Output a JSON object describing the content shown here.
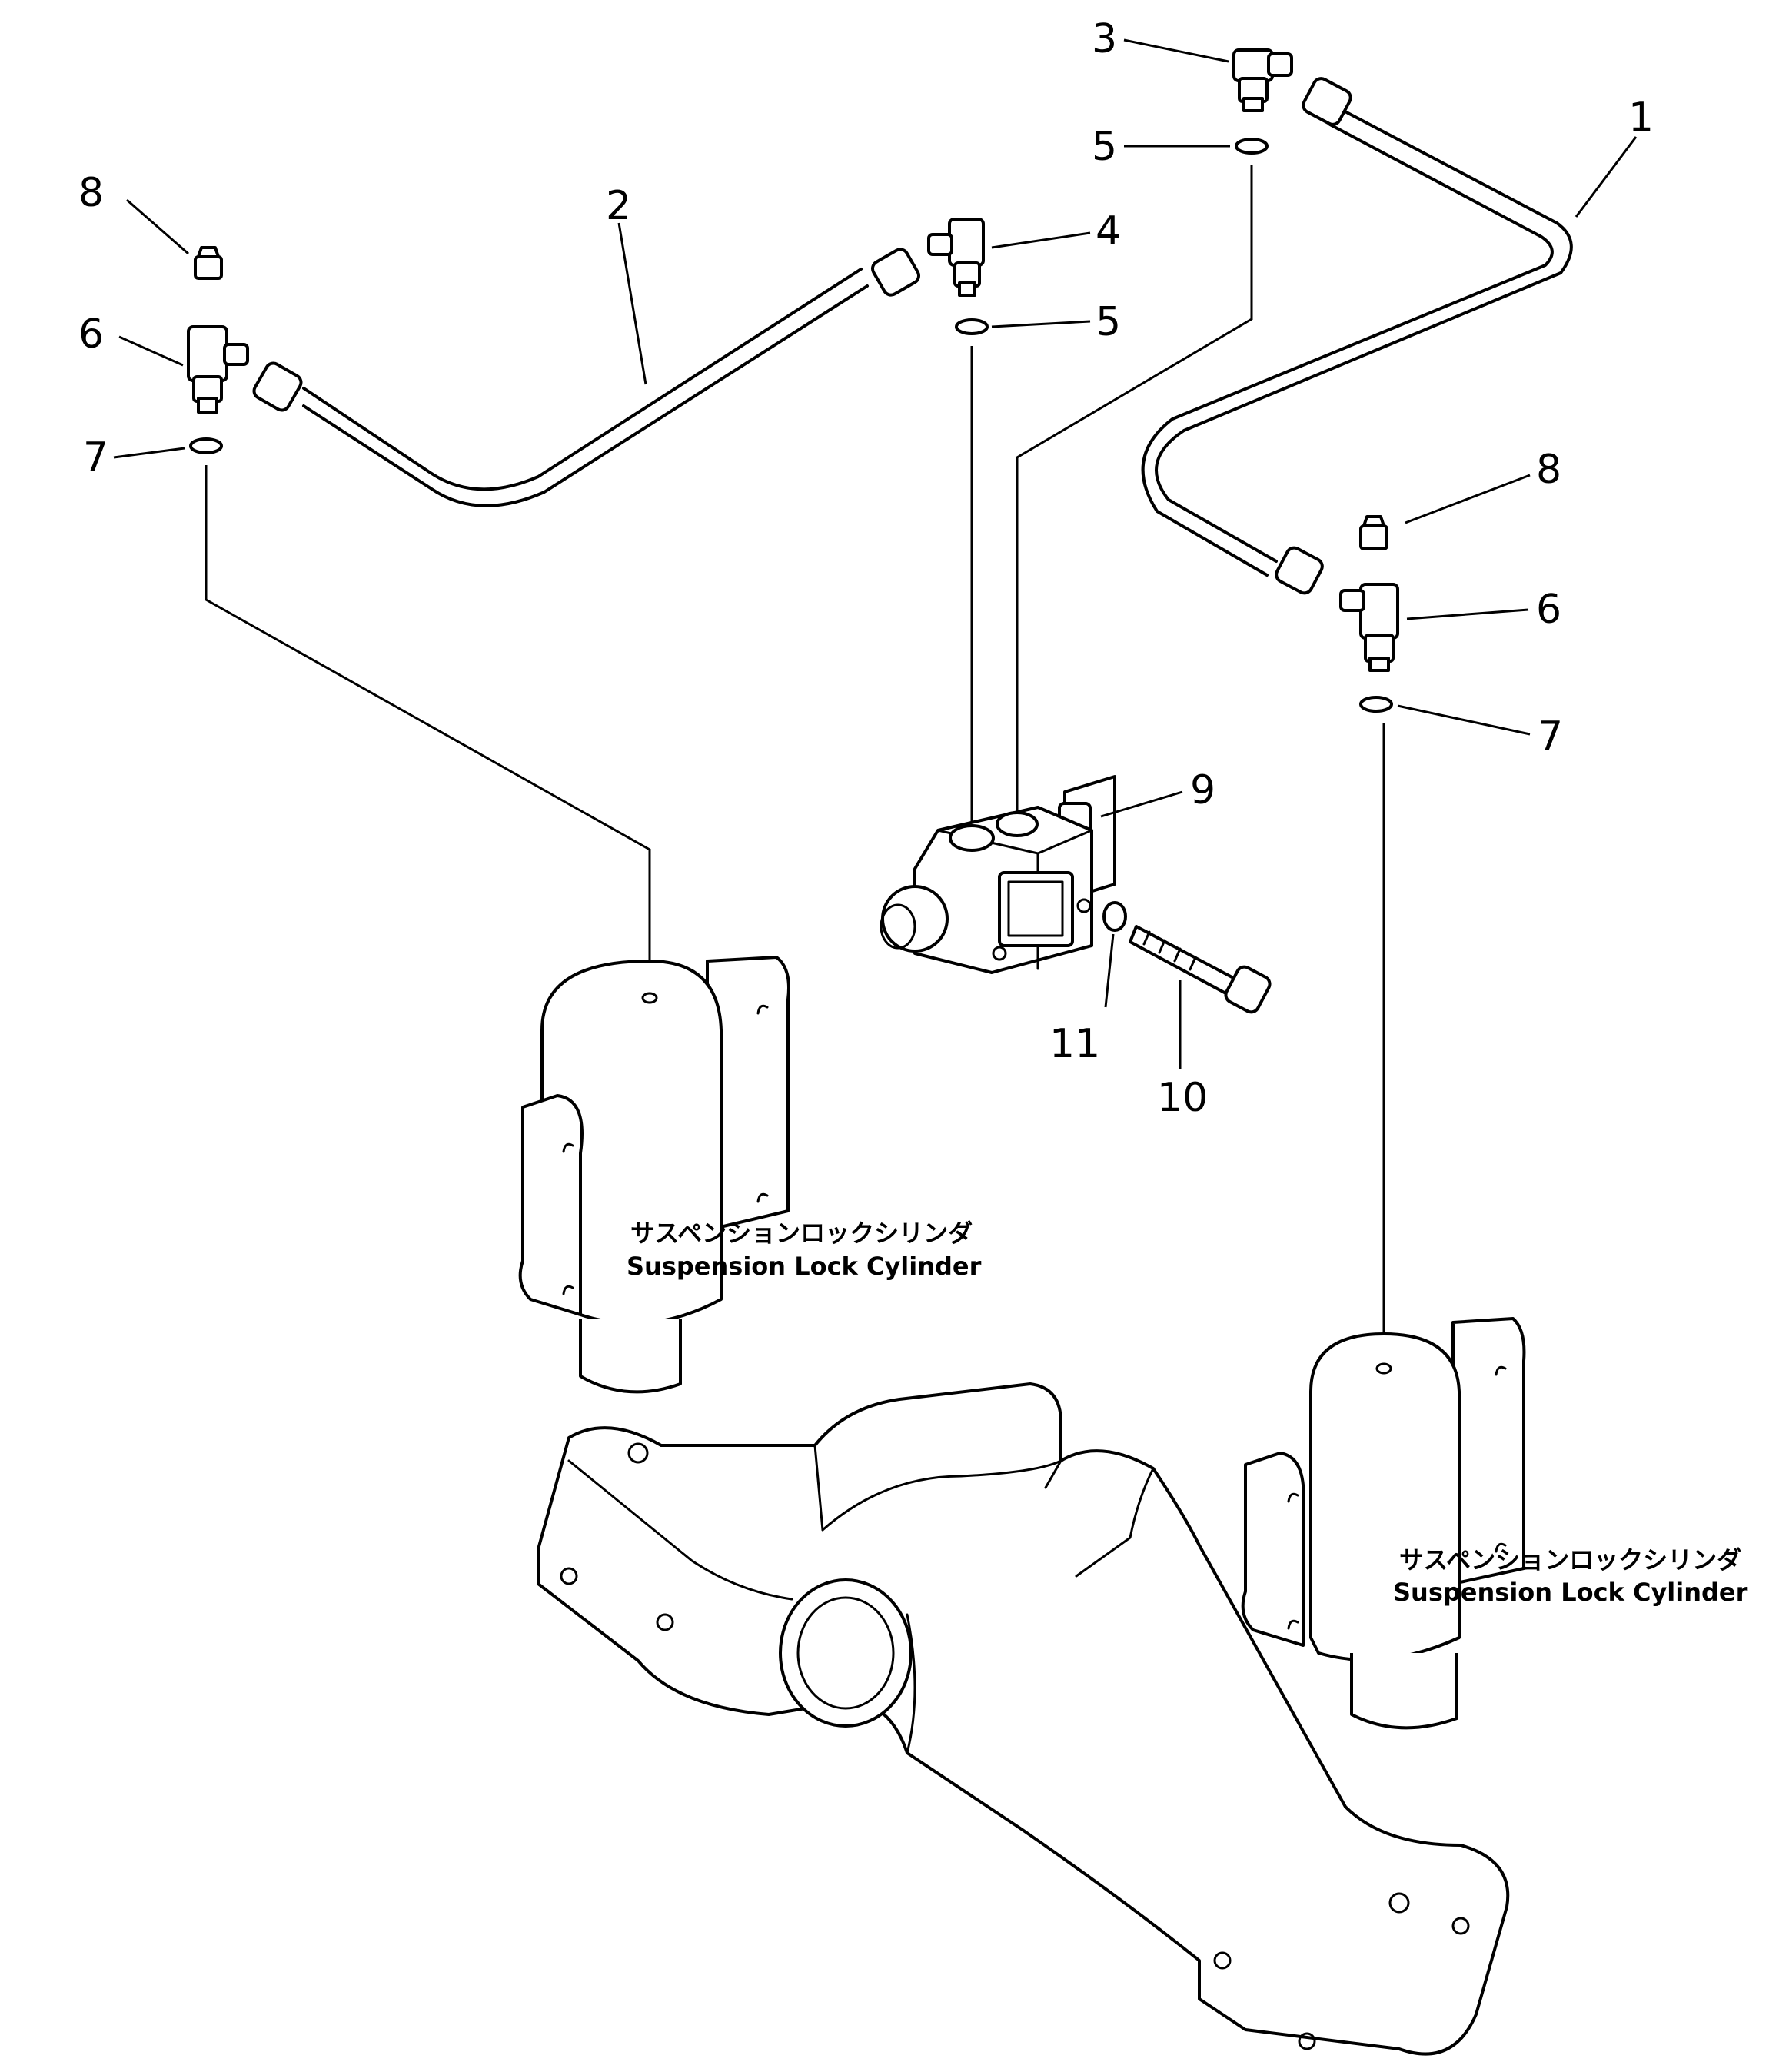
{
  "callouts": {
    "c1": "1",
    "c2": "2",
    "c3": "3",
    "c4": "4",
    "c5a": "5",
    "c5b": "5",
    "c6a": "6",
    "c6b": "6",
    "c7a": "7",
    "c7b": "7",
    "c8a": "8",
    "c8b": "8",
    "c9": "9",
    "c10": "10",
    "c11": "11"
  },
  "captions": {
    "left_jp": "サスペンションロックシリンダ",
    "left_en": "Suspension Lock Cylinder",
    "right_jp": "サスペンションロックシリンダ",
    "right_en": "Suspension Lock Cylinder"
  }
}
